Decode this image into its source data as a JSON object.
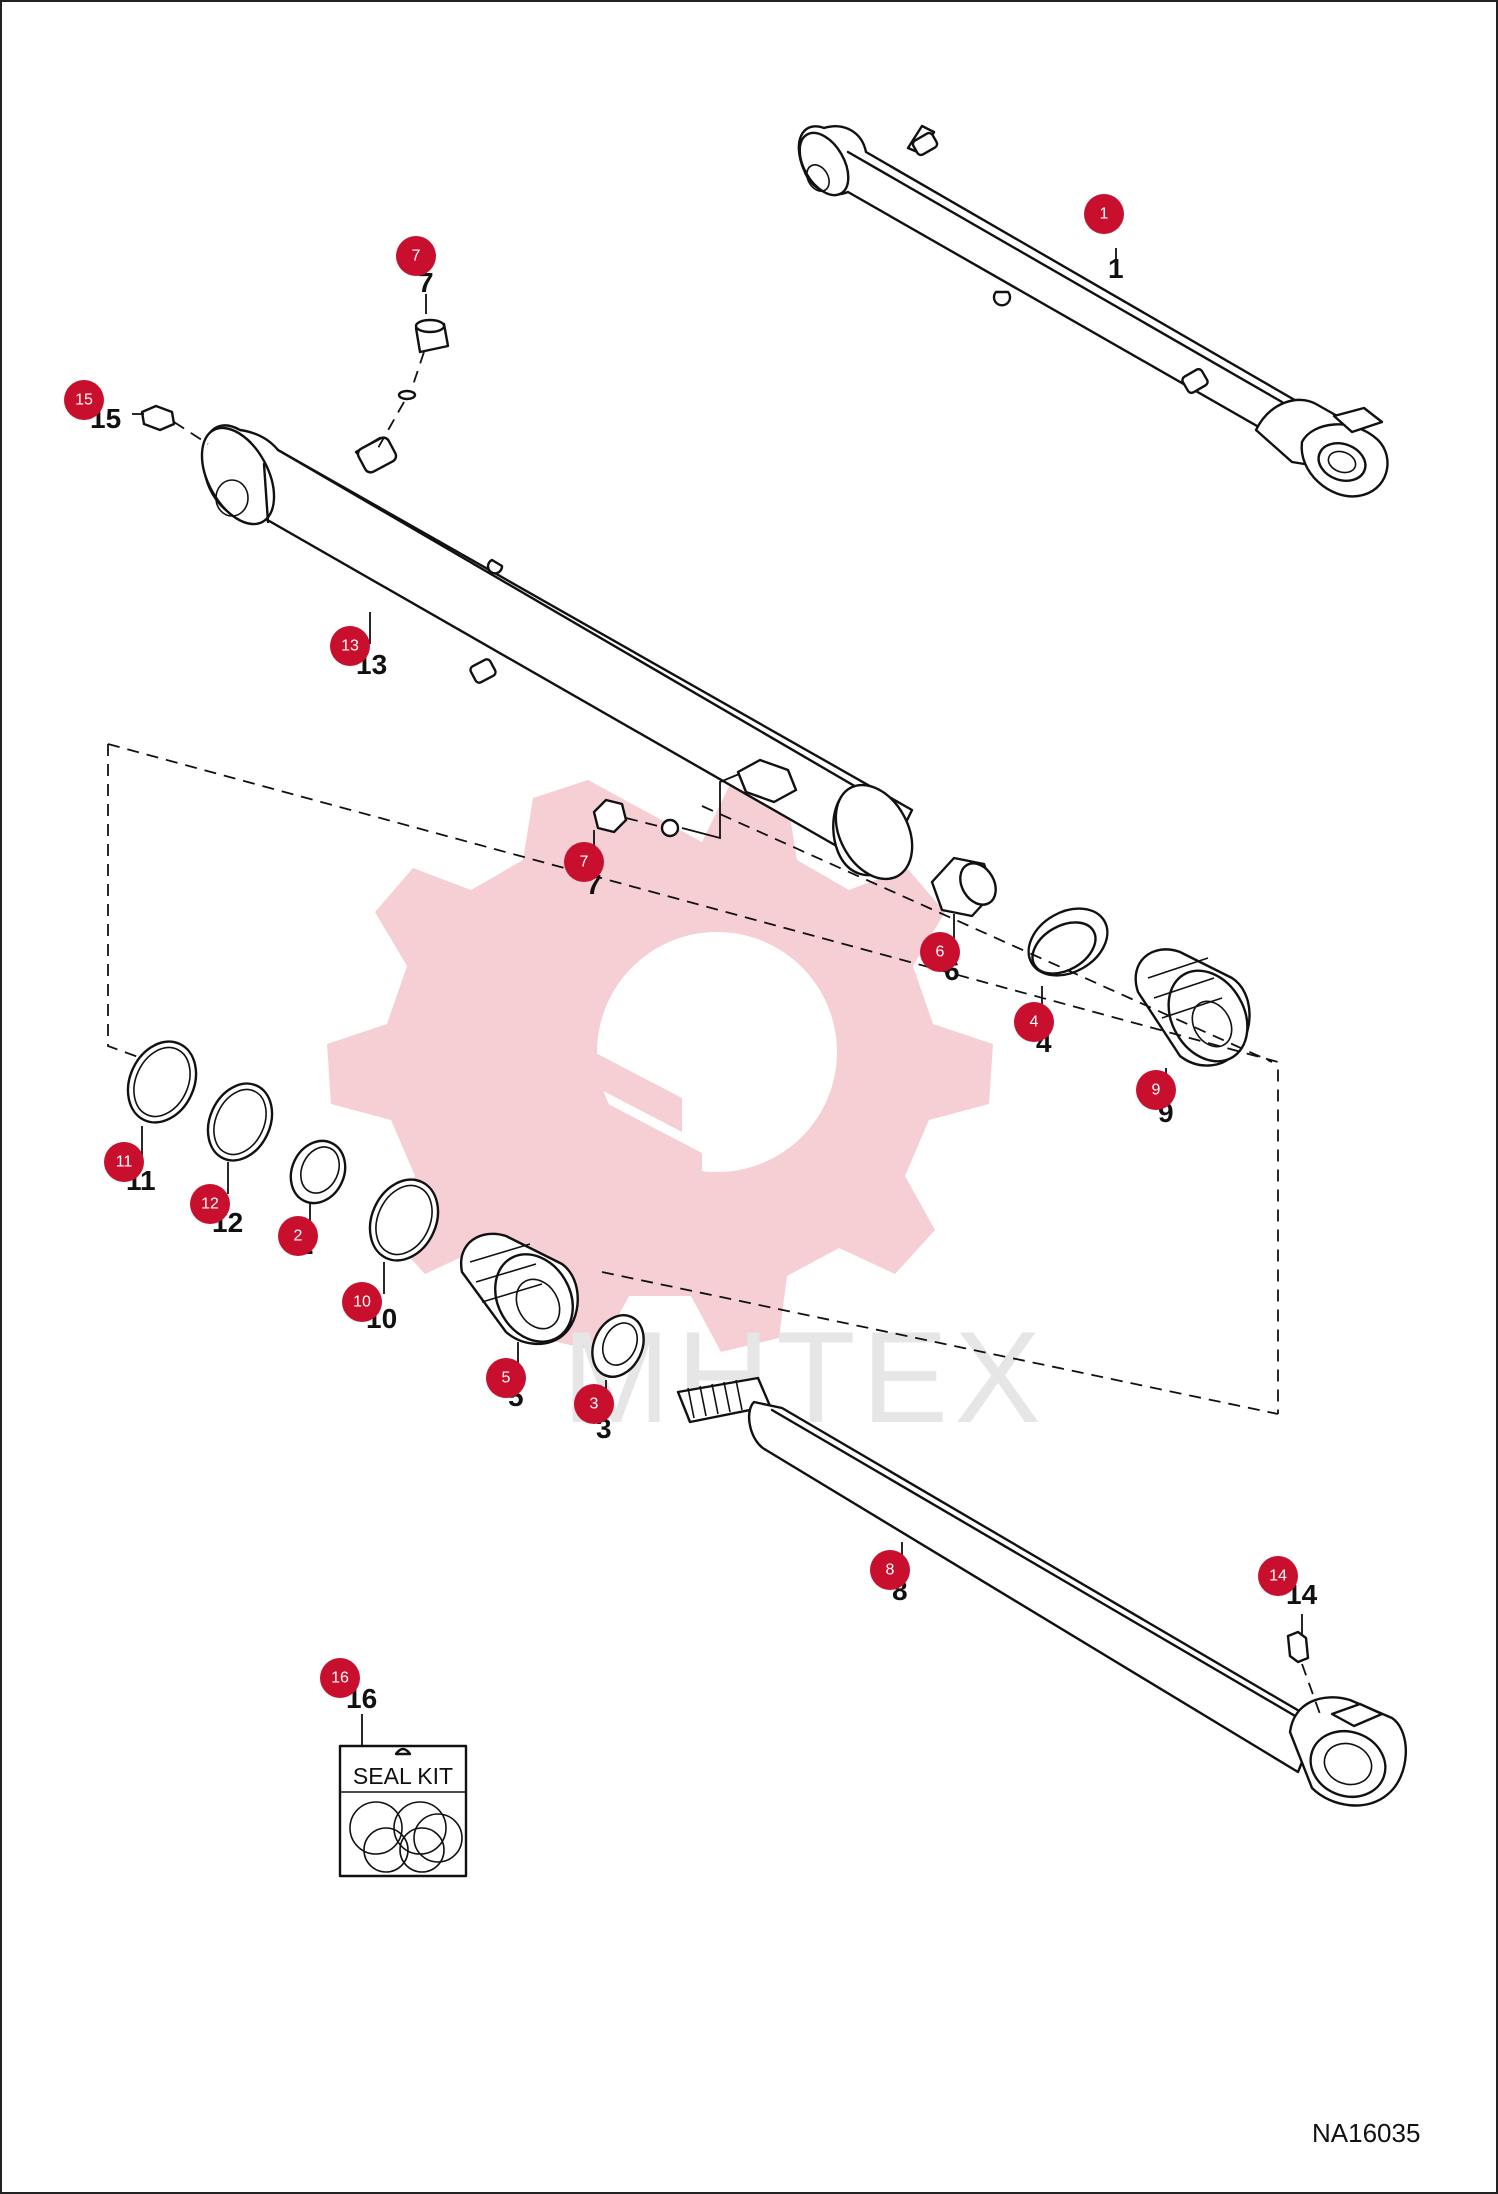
{
  "diagram": {
    "figure_code": "NA16035",
    "watermark_text": "MHTEX",
    "seal_kit_label": "SEAL KIT",
    "colors": {
      "badge": "#c8102e",
      "watermark": "#f4c7cc",
      "line": "#111111"
    },
    "callouts": [
      {
        "id": "1",
        "label": "1",
        "badge": "1"
      },
      {
        "id": "2",
        "label": "2",
        "badge": "2"
      },
      {
        "id": "3",
        "label": "3",
        "badge": "3"
      },
      {
        "id": "4",
        "label": "4",
        "badge": "4"
      },
      {
        "id": "5",
        "label": "5",
        "badge": "5"
      },
      {
        "id": "6",
        "label": "6",
        "badge": "6"
      },
      {
        "id": "7a",
        "label": "7",
        "badge": "7"
      },
      {
        "id": "7b",
        "label": "7",
        "badge": "7"
      },
      {
        "id": "8",
        "label": "8",
        "badge": "8"
      },
      {
        "id": "9",
        "label": "9",
        "badge": "9"
      },
      {
        "id": "10",
        "label": "10",
        "badge": "10"
      },
      {
        "id": "11",
        "label": "11",
        "badge": "11"
      },
      {
        "id": "12",
        "label": "12",
        "badge": "12"
      },
      {
        "id": "13",
        "label": "13",
        "badge": "13"
      },
      {
        "id": "14",
        "label": "14",
        "badge": "14"
      },
      {
        "id": "15",
        "label": "15",
        "badge": "15"
      },
      {
        "id": "16",
        "label": "16",
        "badge": "16"
      }
    ]
  }
}
